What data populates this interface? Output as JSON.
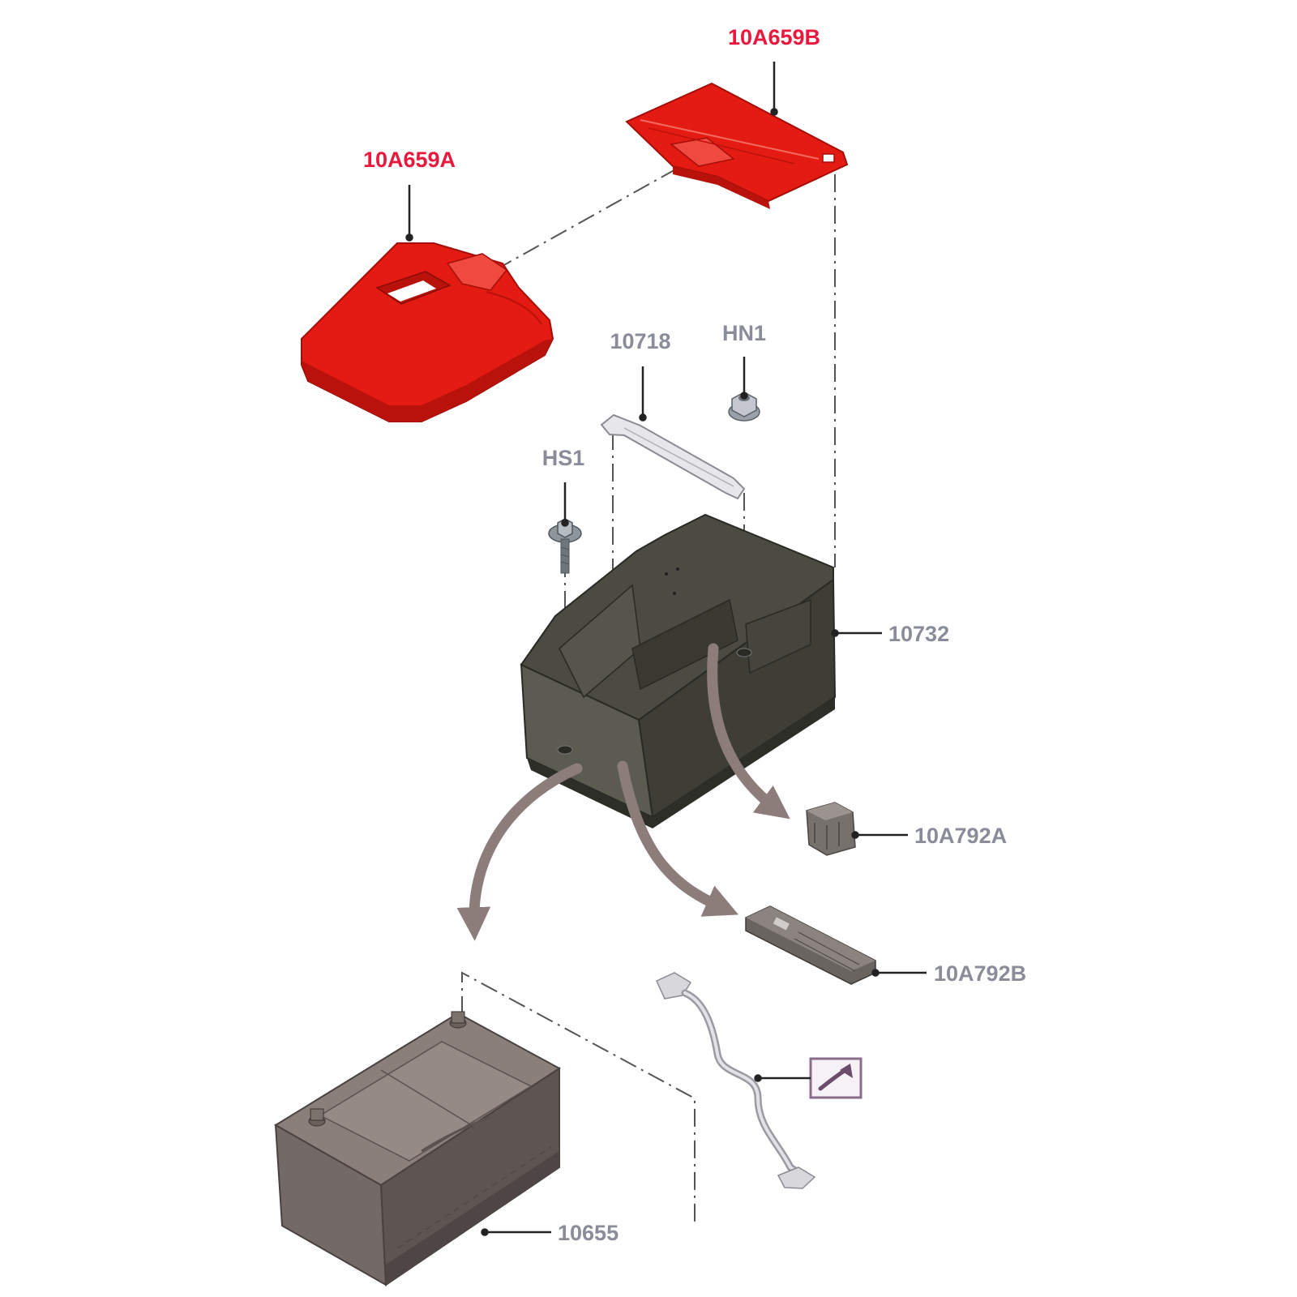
{
  "colors": {
    "highlight_label": "#e8193c",
    "label": "#8a8c9a",
    "cover_red": "#e41b12",
    "tray": "#4a4a42",
    "battery": "#6e6460",
    "arrow": "#8c7d7b"
  },
  "labels": {
    "cover_b": "10A659B",
    "cover_a": "10A659A",
    "clamp": "10718",
    "nut": "HN1",
    "bolt": "HS1",
    "tray": "10732",
    "pad_a": "10A792A",
    "pad_b": "10A792B",
    "battery": "10655"
  },
  "icons": {
    "cable_reference": "link-arrow-icon"
  }
}
